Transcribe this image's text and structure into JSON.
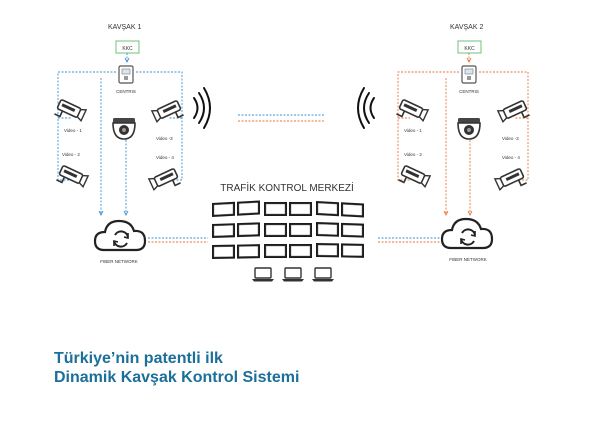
{
  "junction_1": {
    "title": "KAVŞAK 1",
    "controller_label": "KKC",
    "centris_label": "CENTRIS",
    "cameras": [
      "Video - 1",
      "Video - 2",
      "Video -3",
      "Video - 4"
    ],
    "network_label": "FIBER NETWORK",
    "link_color": "#3d8fd1"
  },
  "junction_2": {
    "title": "KAVŞAK 2",
    "controller_label": "KKC",
    "centris_label": "CENTRIS",
    "cameras": [
      "Video - 1",
      "Video - 2",
      "Video -3",
      "Video - 4"
    ],
    "network_label": "FIBER NETWORK",
    "link_color": "#e8743b"
  },
  "center": {
    "title": "TRAFİK KONTROL MERKEZİ"
  },
  "headline": {
    "line1": "Türkiye’nin patentli ilk",
    "line2": "Dinamik Kavşak Kontrol Sistemi",
    "color": "#1b6f9a"
  },
  "icons": [
    "cctv-camera-icon",
    "dome-camera-icon",
    "cloud-sync-icon",
    "wireless-signal-icon",
    "laptop-icon",
    "video-wall-icon",
    "controller-box-icon"
  ]
}
